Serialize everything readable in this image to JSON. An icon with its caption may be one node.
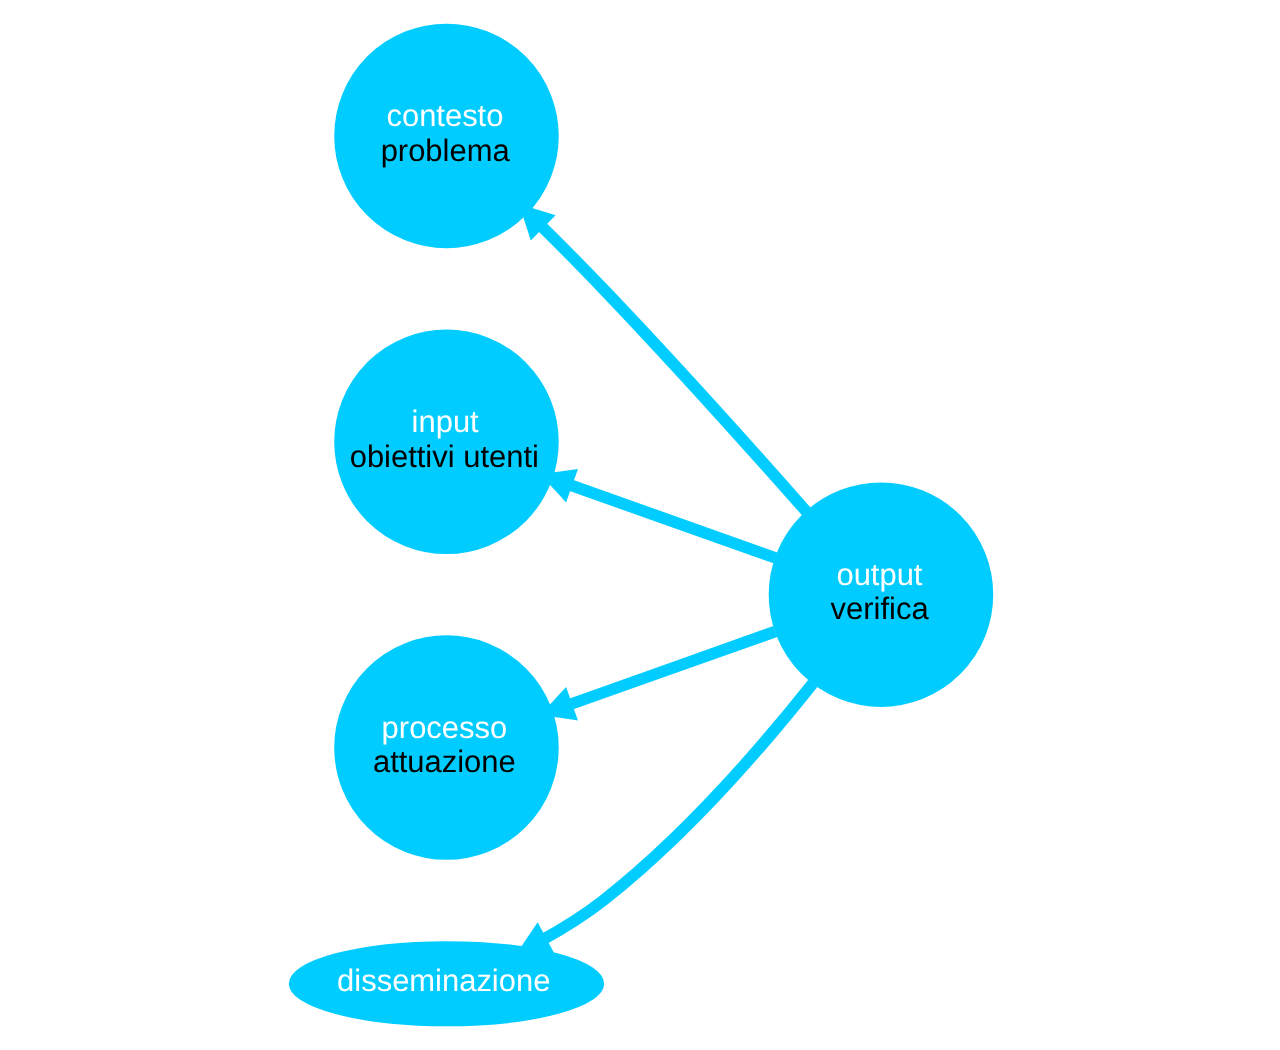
{
  "diagram": {
    "nodes": [
      {
        "text": [
          "contesto",
          "problema"
        ]
      },
      {
        "text": [
          "output",
          "verifica"
        ]
      },
      {
        "text": [
          "input",
          "obiettivi utenti"
        ]
      },
      {
        "text": [
          "processo",
          "attuazione"
        ]
      },
      {
        "text": [
          "disseminazione"
        ]
      }
    ],
    "edges": [
      {
        "from": 1,
        "to": 0,
        "arrow": "to"
      },
      {
        "from": 1,
        "to": 2,
        "arrow": "to"
      },
      {
        "from": 1,
        "to": 3,
        "arrow": "to"
      },
      {
        "from": 1,
        "to": 4,
        "arrow": "to"
      }
    ]
  }
}
